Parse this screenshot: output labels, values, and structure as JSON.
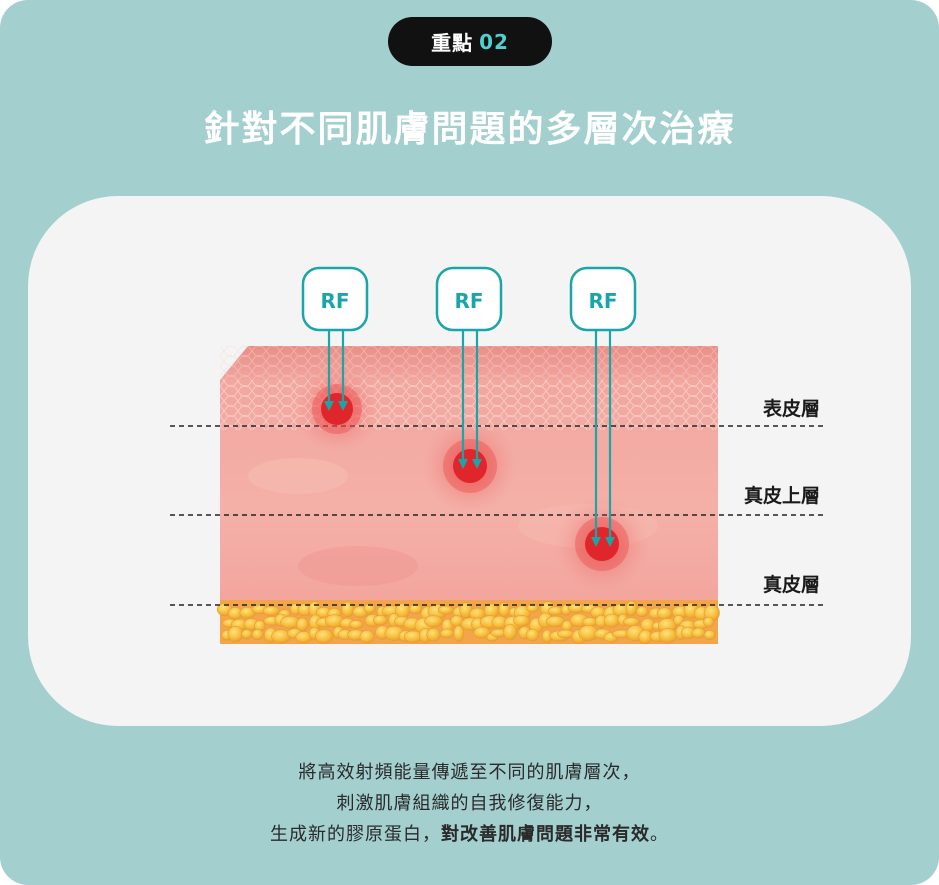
{
  "badge": {
    "label": "重點",
    "number": "02"
  },
  "title": "針對不同肌膚問題的多層次治療",
  "diagram": {
    "probes": [
      "RF",
      "RF",
      "RF"
    ],
    "layers": [
      "表皮層",
      "真皮上層",
      "真皮層"
    ],
    "colors": {
      "accent": "#1aa6a8",
      "target": "#e0262b",
      "skin": "#f0a69e",
      "fat": "#f5b93a"
    }
  },
  "caption": {
    "line1": "將高效射頻能量傳遞至不同的肌膚層次，",
    "line2": "刺激肌膚組織的自我修復能力，",
    "line3_normal": "生成新的膠原蛋白，",
    "line3_bold": "對改善肌膚問題非常有效",
    "line3_end": "。"
  }
}
